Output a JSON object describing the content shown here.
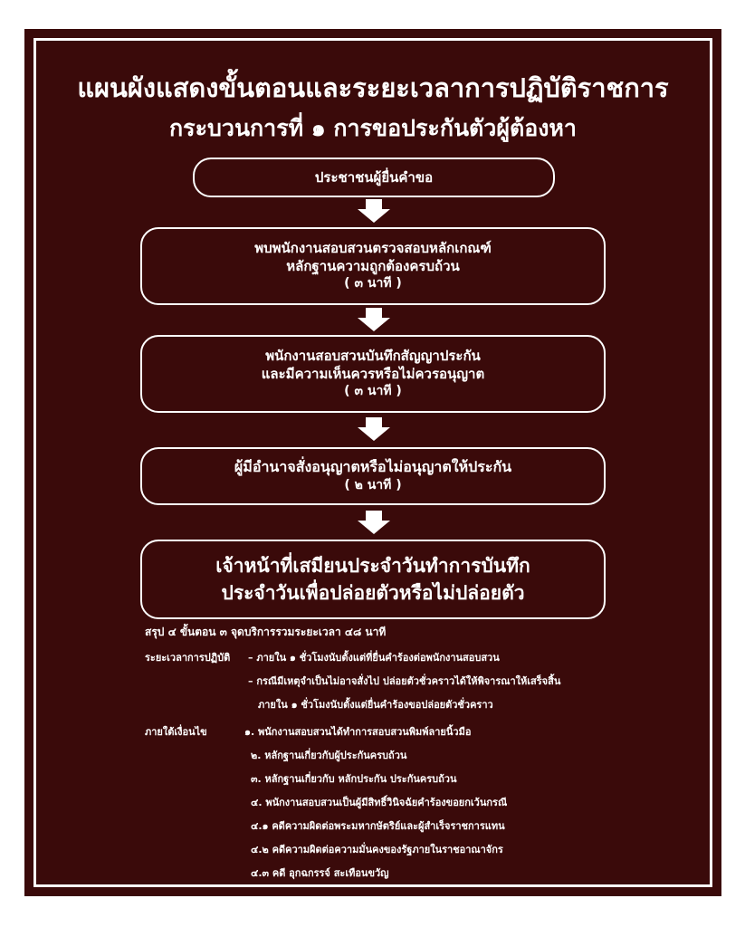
{
  "title_line1": "แผนผังแสดงขั้นตอนและระยะเวลาการปฏิบัติราชการ",
  "title_line2": "กระบวนการที่ ๑ การขอประกันตัวผู้ต้องหา",
  "steps": [
    {
      "lines": [
        "ประชาชนผู้ยื่นคำขอ"
      ]
    },
    {
      "lines": [
        "พบพนักงานสอบสวนตรวจสอบหลักเกณฑ์",
        "หลักฐานความถูกต้องครบถ้วน"
      ],
      "duration": "( ๓ นาที )"
    },
    {
      "lines": [
        "พนักงานสอบสวนบันทึกสัญญาประกัน",
        "และมีความเห็นควรหรือไม่ควรอนุญาต"
      ],
      "duration": "( ๓ นาที )"
    },
    {
      "lines": [
        "ผู้มีอำนาจสั่งอนุญาตหรือไม่อนุญาตให้ประกัน"
      ],
      "duration": "( ๒ นาที )"
    },
    {
      "lines": [
        "เจ้าหน้าที่เสมียนประจำวันทำการบันทึก",
        "ประจำวันเพื่อปล่อยตัวหรือไม่ปล่อยตัว"
      ]
    }
  ],
  "summary": "สรุป ๔ ขั้นตอน ๓ จุดบริการรวมระยะเวลา ๔๘ นาที",
  "period_label": "ระยะเวลาการปฏิบัติ",
  "period_lines": [
    "– ภายใน ๑ ชั่วโมงนับตั้งแต่ที่ยื่นคำร้องต่อพนักงานสอบสวน",
    "– กรณีมีเหตุจำเป็นไม่อาจสั่งไป ปล่อยตัวชั่วคราวได้ให้พิจารณาให้เสร็จสิ้น",
    "ภายใน ๑ ชั่วโมงนับตั้งแต่ยื่นคำร้องขอปล่อยตัวชั่วคราว"
  ],
  "condition_label": "ภายใต้เงื่อนไข",
  "condition_lines": [
    "๑. พนักงานสอบสวนได้ทำการสอบสวนพิมพ์ลายนิ้วมือ",
    "๒. หลักฐานเกี่ยวกับผู้ประกันครบถ้วน",
    "๓. หลักฐานเกี่ยวกับ หลักประกัน ประกันครบถ้วน",
    "๔. พนักงานสอบสวนเป็นผู้มีสิทธิ์วินิจฉัยคำร้องขอยกเว้นกรณี",
    "๔.๑ คดีความผิดต่อพระมหากษัตริย์และผู้สำเร็จราชการแทน",
    "๔.๒ คดีความผิดต่อความมั่นคงของรัฐภายในราชอาณาจักร",
    "๔.๓ คดี อุกฉกรรจ์ สะเทือนขวัญ"
  ],
  "colors": {
    "background": "#3a0a0a",
    "foreground": "#ffffff"
  },
  "arrow_icon": "down-arrow-icon"
}
